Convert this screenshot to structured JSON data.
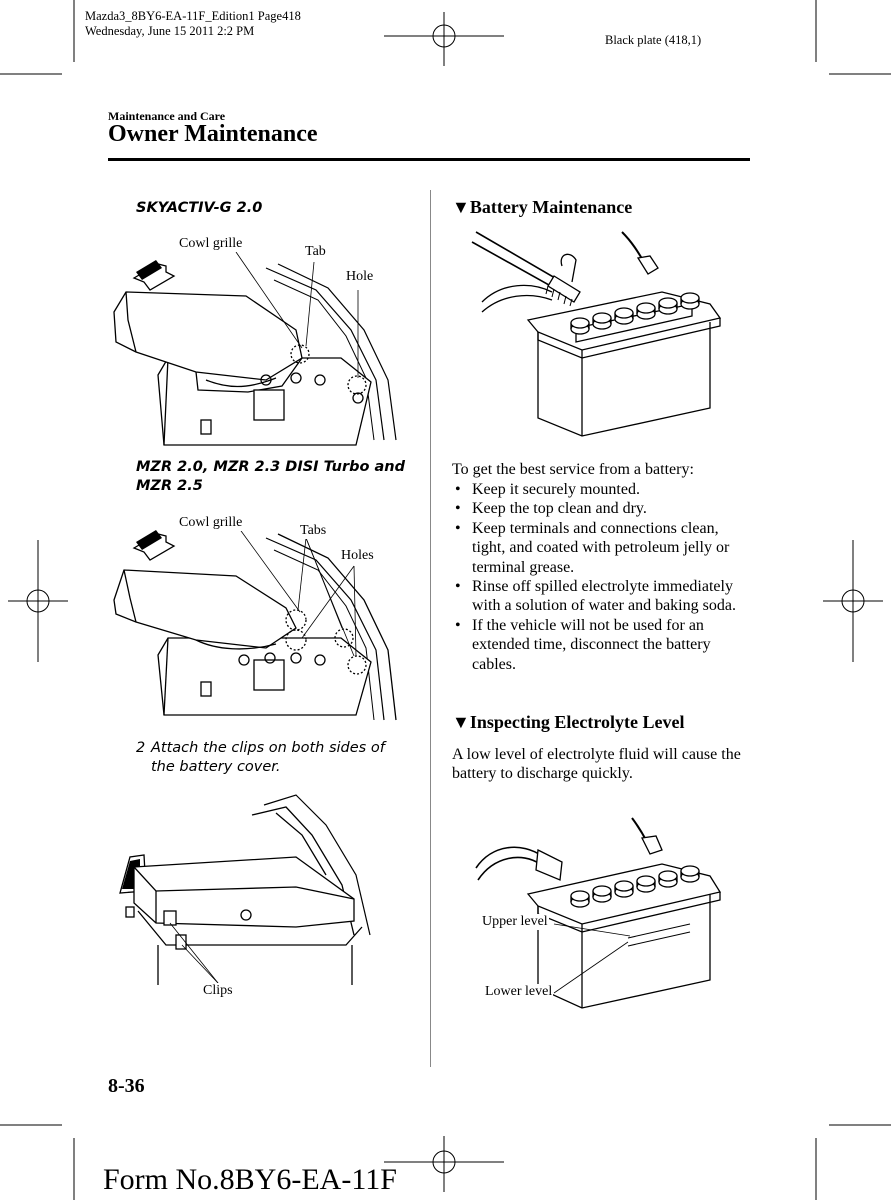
{
  "header": {
    "doc_line1": "Mazda3_8BY6-EA-11F_Edition1 Page418",
    "doc_line2": "Wednesday, June 15 2011 2:2 PM",
    "plate": "Black plate (418,1)"
  },
  "section_label": "Maintenance and Care",
  "page_title": "Owner Maintenance",
  "left": {
    "fig1_caption": "SKYACTIV-G 2.0",
    "fig1_labels": {
      "cowl": "Cowl grille",
      "tab": "Tab",
      "hole": "Hole"
    },
    "fig2_caption_line1": "MZR 2.0, MZR 2.3 DISI Turbo and",
    "fig2_caption_line2": "MZR 2.5",
    "fig2_labels": {
      "cowl": "Cowl grille",
      "tabs": "Tabs",
      "holes": "Holes"
    },
    "step_number": "2",
    "step_line1": "Attach the clips on both sides of",
    "step_line2": "the battery cover.",
    "fig3_labels": {
      "clips": "Clips"
    }
  },
  "right": {
    "battery_heading": "Battery Maintenance",
    "intro": "To get the best service from a battery:",
    "bullets": [
      "Keep it securely mounted.",
      "Keep the top clean and dry.",
      "Keep terminals and connections clean, tight, and coated with petroleum jelly or terminal grease.",
      "Rinse off spilled electrolyte immediately with a solution of water and baking soda.",
      "If the vehicle will not be used for an extended time, disconnect the battery cables."
    ],
    "electrolyte_heading": "Inspecting Electrolyte Level",
    "electrolyte_text": "A low level of electrolyte fluid will cause the battery to discharge quickly.",
    "fig_labels": {
      "upper": "Upper level",
      "lower": "Lower level"
    }
  },
  "footer": {
    "page_number": "8-36",
    "form_number": "Form No.8BY6-EA-11F"
  },
  "icons": {
    "heading_marker": "down-triangle-icon",
    "crop_mark": "registration-mark-icon"
  }
}
